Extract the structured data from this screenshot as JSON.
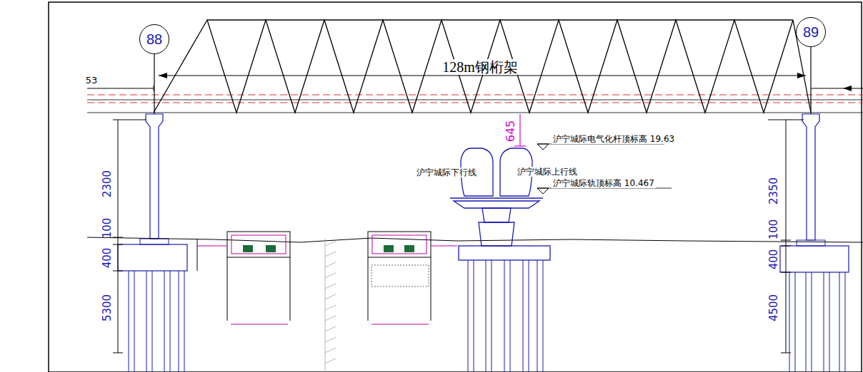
{
  "diagram": {
    "nodes": [
      {
        "text": [
          "88"
        ]
      },
      {
        "text": [
          "89"
        ]
      }
    ],
    "labels": [
      "53",
      "128m钢桁架",
      "645",
      "沪宁城际电气化杆顶标高 19.63",
      "沪宁城际下行线",
      "沪宁城际上行线",
      "沪宁城际轨顶标高 10.467",
      "2300",
      "100",
      "400",
      "5300",
      "2350",
      "100",
      "400",
      "4500"
    ]
  }
}
